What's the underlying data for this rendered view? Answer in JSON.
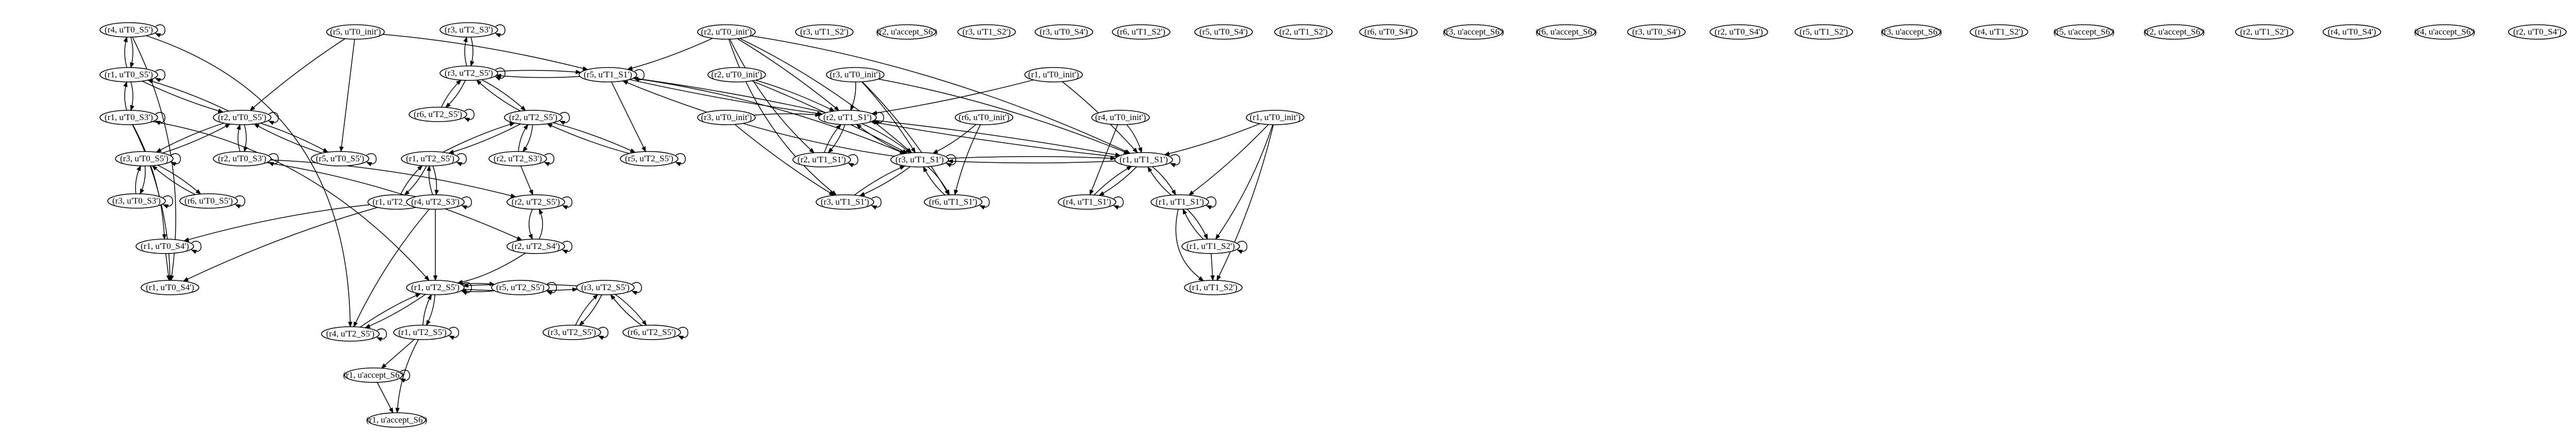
{
  "graph": {
    "nodes": [
      {
        "id": "n4_T0_S5",
        "label": "(r4, u'T0_S5')"
      },
      {
        "id": "n1_T0_S5",
        "label": "(r1, u'T0_S5')"
      },
      {
        "id": "n1_T0_S3",
        "label": "(r1, u'T0_S3')"
      },
      {
        "id": "n5_T0_init",
        "label": "(r5, u'T0_init')"
      },
      {
        "id": "n2_T0_S5",
        "label": "(r2, u'T0_S5')"
      },
      {
        "id": "n2_T0_S3",
        "label": "(r2, u'T0_S3')"
      },
      {
        "id": "n5_T0_S5",
        "label": "(r5, u'T0_S5')"
      },
      {
        "id": "n3_T0_S5",
        "label": "(r3, u'T0_S5')"
      },
      {
        "id": "n3_T0_S3",
        "label": "(r3, u'T0_S3')"
      },
      {
        "id": "n6_T0_S5",
        "label": "(r6, u'T0_S5')"
      },
      {
        "id": "n1_T0_S4",
        "label": "(r1, u'T0_S4')"
      },
      {
        "id": "n1_T0_S4b",
        "label": "(r1, u'T0_S4')"
      },
      {
        "id": "n3_T2_S3",
        "label": "(r3, u'T2_S3')"
      },
      {
        "id": "n3_T2_S5",
        "label": "(r3, u'T2_S5')"
      },
      {
        "id": "n6_T2_S5",
        "label": "(r6, u'T2_S5')"
      },
      {
        "id": "n2_T2_S5",
        "label": "(r2, u'T2_S5')"
      },
      {
        "id": "n2_T2_S3",
        "label": "(r2, u'T2_S3')"
      },
      {
        "id": "n1_T2_S5",
        "label": "(r1, u'T2_S5')"
      },
      {
        "id": "n1_T2_S3",
        "label": "(r1, u'T2_S3')"
      },
      {
        "id": "n4_T2_S3",
        "label": "(r4, u'T2_S3')"
      },
      {
        "id": "n2_T2_S5b",
        "label": "(r2, u'T2_S5')"
      },
      {
        "id": "n5_T2_S5",
        "label": "(r5, u'T2_S5')"
      },
      {
        "id": "n2_T2_S4",
        "label": "(r2, u'T2_S4')"
      },
      {
        "id": "n1_T2_S5b",
        "label": "(r1, u'T2_S5')"
      },
      {
        "id": "n4_T2_S5",
        "label": "(r4, u'T2_S5')"
      },
      {
        "id": "n5_T2_S5b",
        "label": "(r5, u'T2_S5')"
      },
      {
        "id": "n3_T2_S5b",
        "label": "(r3, u'T2_S5')"
      },
      {
        "id": "n1_T2_S5c",
        "label": "(r1, u'T2_S5')"
      },
      {
        "id": "n3_T2_S5c",
        "label": "(r3, u'T2_S5')"
      },
      {
        "id": "n6_T2_S5b",
        "label": "(r6, u'T2_S5')"
      },
      {
        "id": "n1_accept_S6",
        "label": "(r1, u'accept_S6')"
      },
      {
        "id": "n1_accept_S6b",
        "label": "(r1, u'accept_S6')"
      },
      {
        "id": "n5_T1_S1",
        "label": "(r5, u'T1_S1')"
      },
      {
        "id": "n2_T0_init",
        "label": "(r2, u'T0_init')"
      },
      {
        "id": "n2_T0_initb",
        "label": "(r2, u'T0_init')"
      },
      {
        "id": "n3_T0_init",
        "label": "(r3, u'T0_init')"
      },
      {
        "id": "n3_T0_initb",
        "label": "(r3, u'T0_init')"
      },
      {
        "id": "n2_T1_S1",
        "label": "(r2, u'T1_S1')"
      },
      {
        "id": "n2_T1_S1b",
        "label": "(r2, u'T1_S1')"
      },
      {
        "id": "n3_T1_S1",
        "label": "(r3, u'T1_S1')"
      },
      {
        "id": "n3_T1_S1b",
        "label": "(r3, u'T1_S1')"
      },
      {
        "id": "n6_T0_init",
        "label": "(r6, u'T0_init')"
      },
      {
        "id": "n6_T1_S1",
        "label": "(r6, u'T1_S1')"
      },
      {
        "id": "n1_T0_init",
        "label": "(r1, u'T0_init')"
      },
      {
        "id": "n4_T0_init",
        "label": "(r4, u'T0_init')"
      },
      {
        "id": "n1_T0_initb",
        "label": "(r1, u'T0_init')"
      },
      {
        "id": "n1_T1_S1",
        "label": "(r1, u'T1_S1')"
      },
      {
        "id": "n4_T1_S1",
        "label": "(r4, u'T1_S1')"
      },
      {
        "id": "n1_T1_S1b",
        "label": "(r1, u'T1_S1')"
      },
      {
        "id": "n1_T1_S2",
        "label": "(r1, u'T1_S2')"
      },
      {
        "id": "n1_T1_S2b",
        "label": "(r1, u'T1_S2')"
      },
      {
        "id": "i1",
        "label": "(r3, u'T1_S2')"
      },
      {
        "id": "i2",
        "label": "(r2, u'accept_S6')"
      },
      {
        "id": "i3",
        "label": "(r3, u'T1_S2')"
      },
      {
        "id": "i4",
        "label": "(r3, u'T0_S4')"
      },
      {
        "id": "i5",
        "label": "(r6, u'T1_S2')"
      },
      {
        "id": "i6",
        "label": "(r5, u'T0_S4')"
      },
      {
        "id": "i7",
        "label": "(r2, u'T1_S2')"
      },
      {
        "id": "i8",
        "label": "(r6, u'T0_S4')"
      },
      {
        "id": "i9",
        "label": "(r3, u'accept_S6')"
      },
      {
        "id": "i10",
        "label": "(r6, u'accept_S6')"
      },
      {
        "id": "i11",
        "label": "(r3, u'T0_S4')"
      },
      {
        "id": "i12",
        "label": "(r2, u'T0_S4')"
      },
      {
        "id": "i13",
        "label": "(r5, u'T1_S2')"
      },
      {
        "id": "i14",
        "label": "(r3, u'accept_S6')"
      },
      {
        "id": "i15",
        "label": "(r4, u'T1_S2')"
      },
      {
        "id": "i16",
        "label": "(r5, u'accept_S6')"
      },
      {
        "id": "i17",
        "label": "(r2, u'accept_S6')"
      },
      {
        "id": "i18",
        "label": "(r2, u'T1_S2')"
      },
      {
        "id": "i19",
        "label": "(r4, u'T0_S4')"
      },
      {
        "id": "i20",
        "label": "(r4, u'accept_S6')"
      },
      {
        "id": "i21",
        "label": "(r2, u'T0_S4')"
      }
    ]
  }
}
